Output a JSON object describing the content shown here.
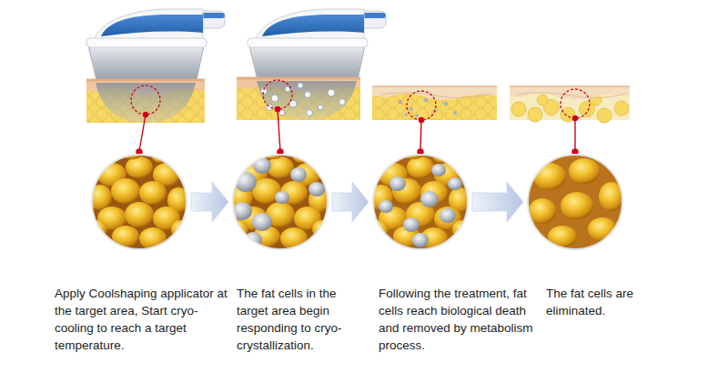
{
  "diagram": {
    "nodes": [
      {
        "text": [
          "Apply Coolshaping applicator at the target area, Start cryo-cooling to reach a target temperature."
        ]
      },
      {
        "text": [
          "The fat cells in the target area begin responding to cryo- crystallization."
        ]
      },
      {
        "text": [
          "Following the treatment, fat cells reach biological death and removed by metabolism process."
        ]
      },
      {
        "text": [
          "The fat cells are eliminated."
        ]
      }
    ],
    "edges": [
      {
        "from": 0,
        "to": 1,
        "arrow": "to"
      },
      {
        "from": 1,
        "to": 2,
        "arrow": "to"
      },
      {
        "from": 2,
        "to": 3,
        "arrow": "to"
      }
    ]
  }
}
